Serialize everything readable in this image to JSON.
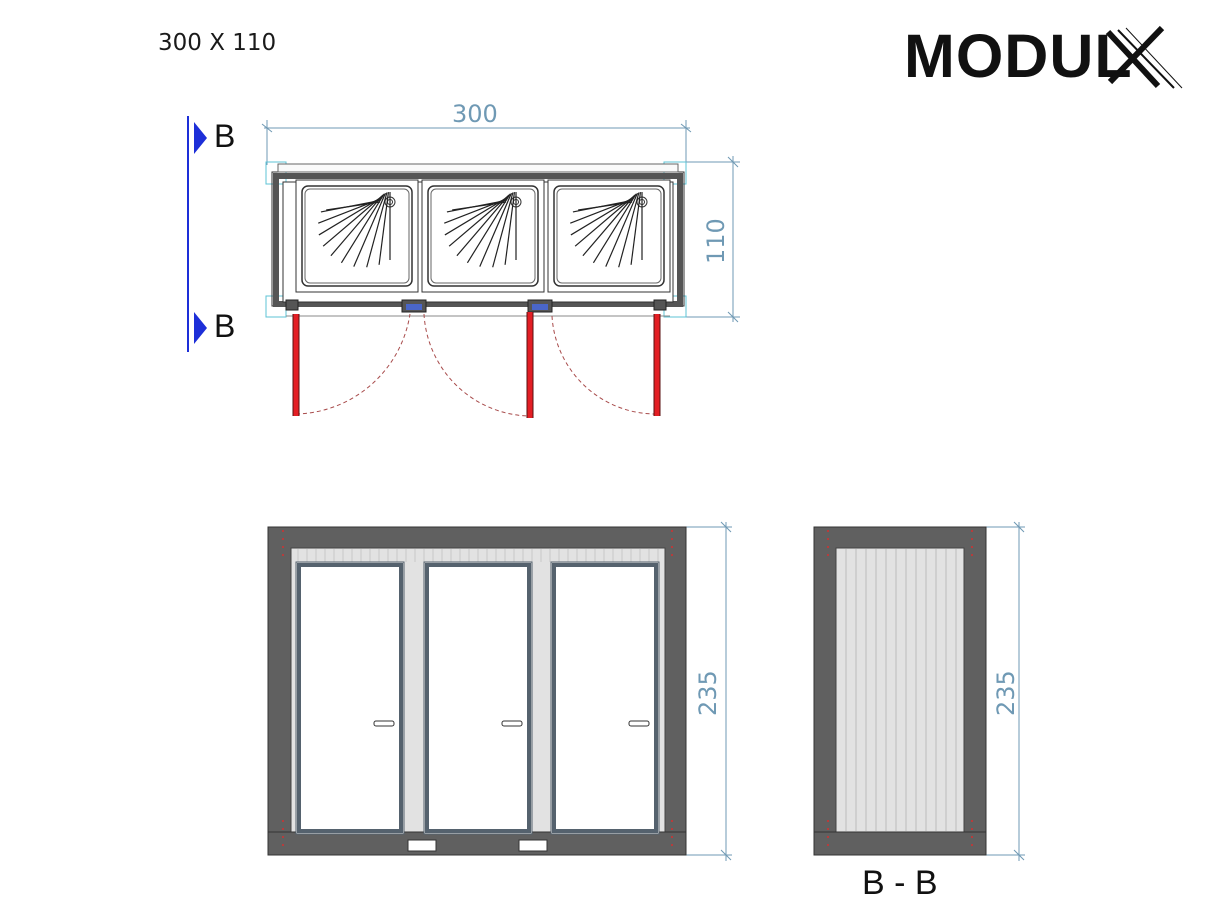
{
  "header": {
    "size_label": "300 X 110"
  },
  "logo": {
    "text": "MODUL",
    "accent_letter": "X"
  },
  "plan": {
    "width_dim": "300",
    "depth_dim": "110",
    "section_marker_top": "B",
    "section_marker_bottom": "B",
    "shower_count": 3
  },
  "elevation_front": {
    "height_dim": "235",
    "door_count": 3
  },
  "elevation_side": {
    "height_dim": "235",
    "section_title": "B - B"
  },
  "colors": {
    "frame": "#606060",
    "panel": "#e2e2e2",
    "dimension": "#6f99b4",
    "door_leaf": "#e31e24",
    "section_arrow": "#1d2fd8",
    "swing": "#a84b4b"
  }
}
